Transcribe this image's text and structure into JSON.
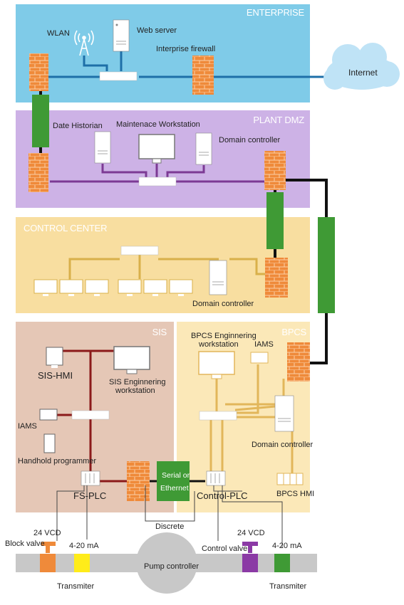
{
  "zones": {
    "enterprise": "ENTERPRISE",
    "plant_dmz": "PLANT DMZ",
    "control_center": "CONTROL CENTER",
    "sis": "SIS",
    "bpcs": "BPCS"
  },
  "labels": {
    "wlan": "WLAN",
    "web_server": "Web server",
    "enterprise_firewall": "Interprise firewall",
    "internet": "Internet",
    "data_historian": "Date Historian",
    "maintenance_workstation": "Maintenace Workstation",
    "dmz_domain_controller": "Domain controller",
    "cc_domain_controller": "Domain controller",
    "sis_hmi": "SIS-HMI",
    "sis_eng_ws_1": "SIS Enginnering",
    "sis_eng_ws_2": "workstation",
    "sis_iams": "IAMS",
    "handhold_programmer": "Handhold programmer",
    "fs_plc": "FS-PLC",
    "bpcs_eng_ws_1": "BPCS Enginnering",
    "bpcs_eng_ws_2": "workstation",
    "bpcs_iams": "IAMS",
    "bpcs_domain_controller": "Domain controller",
    "bpcs_hmi": "BPCS HMI",
    "control_plc": "Control-PLC",
    "serial_1": "Serial or",
    "serial_2": "Ethernet",
    "discrete": "Discrete",
    "left_24vcd": "24 VCD",
    "left_420": "4-20 mA",
    "block_valve": "Block valve",
    "left_transmitter": "Transmiter",
    "pump_controller": "Pump controller",
    "right_24vcd": "24 VCD",
    "right_420": "4-20 mA",
    "control_valve": "Control valve",
    "right_transmitter": "Transmiter"
  },
  "colors": {
    "enterprise_bg": "#7fcbe8",
    "dmz_bg": "#cdb2e6",
    "control_center_bg": "#f8dea0",
    "sis_bg": "#e5c7b6",
    "bpcs_bg": "#fbe8b8",
    "enterprise_line": "#1e6fa8",
    "dmz_line": "#7c3a94",
    "control_center_line": "#d9b04a",
    "sis_line": "#8b1a1a",
    "bpcs_line": "#e2b65a",
    "firewall": "#ef8a3a",
    "link_green": "#3f9a35",
    "pipe": "#c8c8c8"
  }
}
